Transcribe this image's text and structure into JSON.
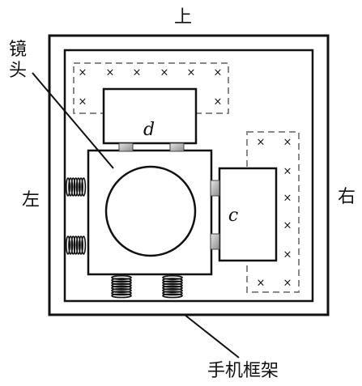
{
  "labels": {
    "top": "上",
    "left": "左",
    "right": "右",
    "lens": "镜头",
    "frame": "手机框架",
    "d": "d",
    "c": "c"
  },
  "field_mark": "×"
}
